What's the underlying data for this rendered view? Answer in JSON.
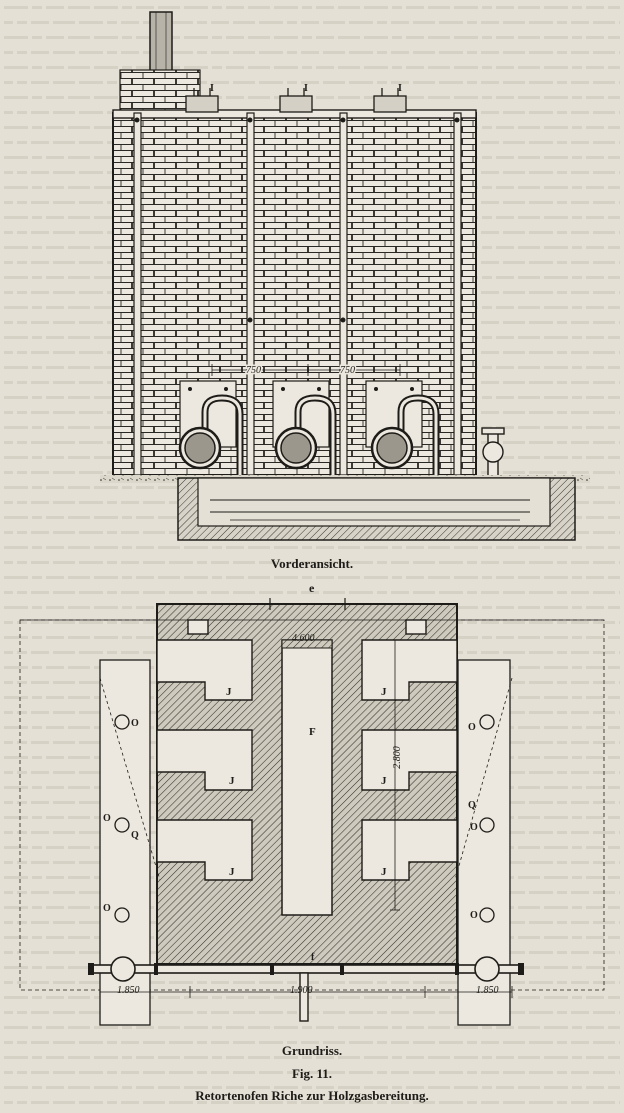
{
  "figure": {
    "label": "Fig. 11.",
    "title": "Retortenofen Riche zur Holzgasbereitung."
  },
  "views": {
    "front": {
      "caption": "Vorderansicht."
    },
    "plan": {
      "caption": "Grundriss."
    }
  },
  "front_dimensions": [
    "750",
    "750"
  ],
  "front_marks": {
    "I": "I"
  },
  "plan_dimensions": {
    "top": "4.600",
    "vertical": "2.800",
    "bottom_left": "1.850",
    "bottom_middle": "1.900",
    "bottom_right": "1.850"
  },
  "plan_labels": {
    "e": "e",
    "F": "F",
    "f": "f",
    "J": "J",
    "O": "O",
    "Q": "Q"
  },
  "colors": {
    "paper": "#e4e0d6",
    "ink": "#1e1c18",
    "hatch": "#5a564e"
  }
}
